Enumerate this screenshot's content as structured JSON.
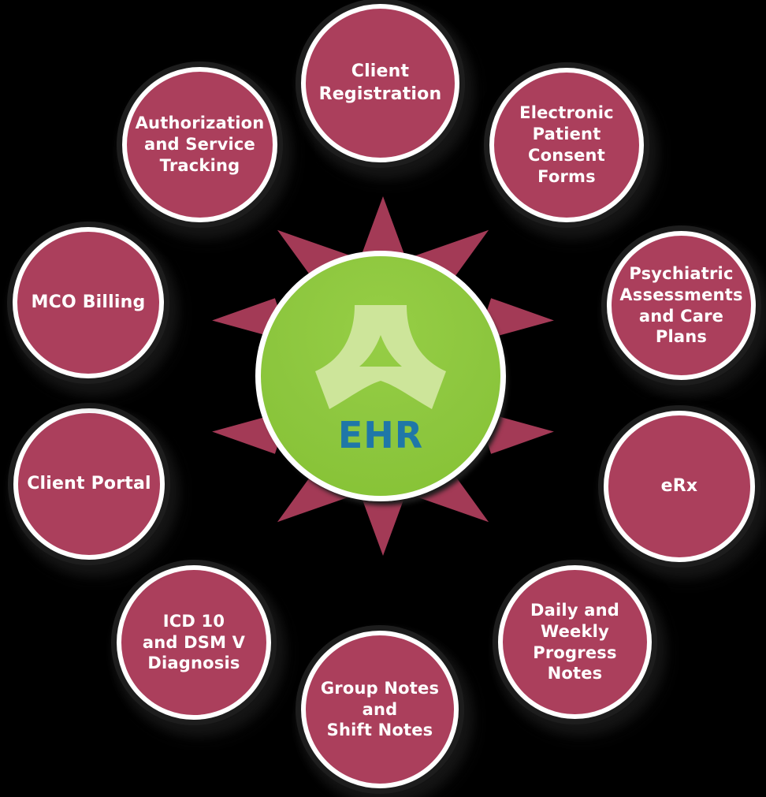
{
  "diagram": {
    "title": "EHR",
    "type": "hub-and-spoke",
    "background_color": "#000000",
    "node_color": "#AB3F5C",
    "node_ring_color": "#FFFFFF",
    "hub_color": "#8DC63F",
    "hub_text_color": "#1F77A8",
    "sunburst_color": "#A33A56",
    "logo_color": "#CDE59A",
    "spoke_count": 10
  },
  "hub": {
    "label": "EHR",
    "logo_name": "triquetra-logo"
  },
  "nodes": [
    {
      "id": "client-registration",
      "label": "Client\nRegistration"
    },
    {
      "id": "electronic-patient-consent-forms",
      "label": "Electronic\nPatient\nConsent\nForms"
    },
    {
      "id": "psychiatric-assessments-and-care-plans",
      "label": "Psychiatric\nAssessments\nand Care\nPlans"
    },
    {
      "id": "erx",
      "label": "eRx"
    },
    {
      "id": "daily-and-weekly-progress-notes",
      "label": "Daily and\nWeekly\nProgress\nNotes"
    },
    {
      "id": "group-notes-and-shift-notes",
      "label": "Group Notes\nand\nShift Notes"
    },
    {
      "id": "icd-10-and-dsm-v-diagnosis",
      "label": "ICD 10\nand DSM V\nDiagnosis"
    },
    {
      "id": "client-portal",
      "label": "Client Portal"
    },
    {
      "id": "mco-billing",
      "label": "MCO Billing"
    },
    {
      "id": "authorization-and-service-tracking",
      "label": "Authorization\nand Service\nTracking"
    }
  ]
}
